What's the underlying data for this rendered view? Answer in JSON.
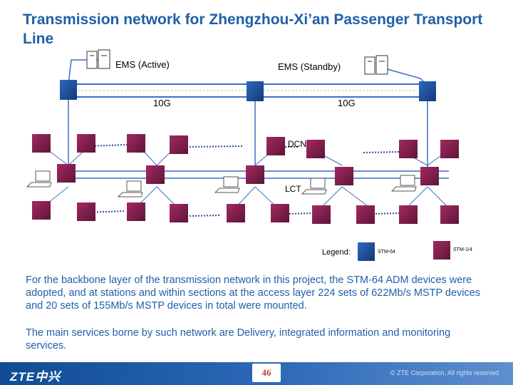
{
  "slide": {
    "title": "Transmission network for Zhengzhou-Xi’an Passenger Transport Line"
  },
  "diagram": {
    "ems_active": "EMS (Active)",
    "ems_standby": "EMS (Standby)",
    "link_left": "10G",
    "link_right": "10G",
    "dcn": "DCN",
    "lct": "LCT",
    "legend_title": "Legend:",
    "legend_stm64": "STM-64",
    "legend_stm14": "STM-1/4",
    "colors": {
      "node": "#8b2252",
      "node_dark": "#5e1436",
      "stm64": "#1b4f9c",
      "link": "#3a6fc4"
    }
  },
  "body": {
    "para1": "For the backbone layer of the transmission network in this project, the STM-64 ADM devices were adopted, and at stations and within sections at the access layer 224 sets of 622Mb/s MSTP devices and 20 sets of 155Mb/s MSTP devices in total were mounted.",
    "para2": "The main services borne by such network are Delivery, integrated information and monitoring services."
  },
  "footer": {
    "logo": "ZTE中兴",
    "page": "46",
    "copyright": "© ZTE Corporation. All rights reserved"
  }
}
